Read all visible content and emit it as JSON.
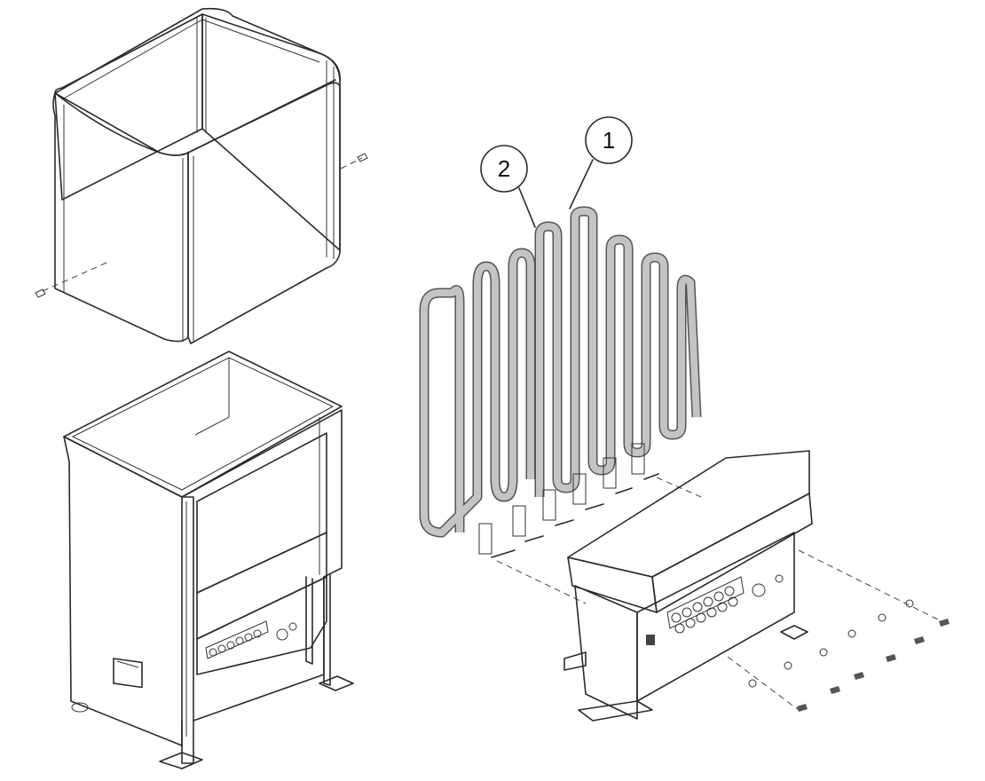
{
  "diagram": {
    "type": "exploded-assembly",
    "parts": [
      {
        "name": "outer-cover"
      },
      {
        "name": "heater-body"
      },
      {
        "name": "heating-elements"
      },
      {
        "name": "element-bracket-unit"
      },
      {
        "name": "screws"
      }
    ],
    "callouts": [
      {
        "id": "callout-1",
        "label": "1",
        "target": "heating-element-front"
      },
      {
        "id": "callout-2",
        "label": "2",
        "target": "heating-element-back"
      }
    ],
    "colors": {
      "metal_fill": "#d9d9d9",
      "metal_light": "#efefef",
      "metal_dark": "#b8b8b8",
      "element_fill": "#c4c4c4",
      "stroke": "#2a2a2a"
    }
  }
}
